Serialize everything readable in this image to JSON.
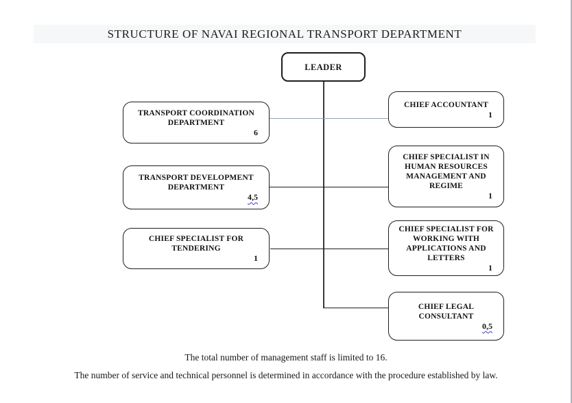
{
  "title": "STRUCTURE OF NAVAI REGIONAL TRANSPORT DEPARTMENT",
  "leader": {
    "label": "LEADER"
  },
  "left_boxes": [
    {
      "title": "TRANSPORT COORDINATION DEPARTMENT",
      "count": "6"
    },
    {
      "title": "TRANSPORT DEVELOPMENT DEPARTMENT",
      "count": "4,5"
    },
    {
      "title": "CHIEF SPECIALIST FOR TENDERING",
      "count": "1"
    }
  ],
  "right_boxes": [
    {
      "title": "CHIEF ACCOUNTANT",
      "count": "1"
    },
    {
      "title": "CHIEF SPECIALIST IN HUMAN RESOURCES MANAGEMENT AND REGIME",
      "count": "1"
    },
    {
      "title": "CHIEF SPECIALIST FOR WORKING WITH APPLICATIONS AND LETTERS",
      "count": "1"
    },
    {
      "title": "CHIEF LEGAL CONSULTANT",
      "count": "0,5"
    }
  ],
  "notes": [
    "The total number of management staff is limited to 16.",
    "The number of service and technical personnel is determined in accordance with the procedure established by law."
  ],
  "colors": {
    "connector_blue": "#7da6d9",
    "connector_black": "#1d1d1d",
    "spellcheck_wavy_blue": "#3a3ae0",
    "title_bar_bg": "#f6f7f9"
  }
}
